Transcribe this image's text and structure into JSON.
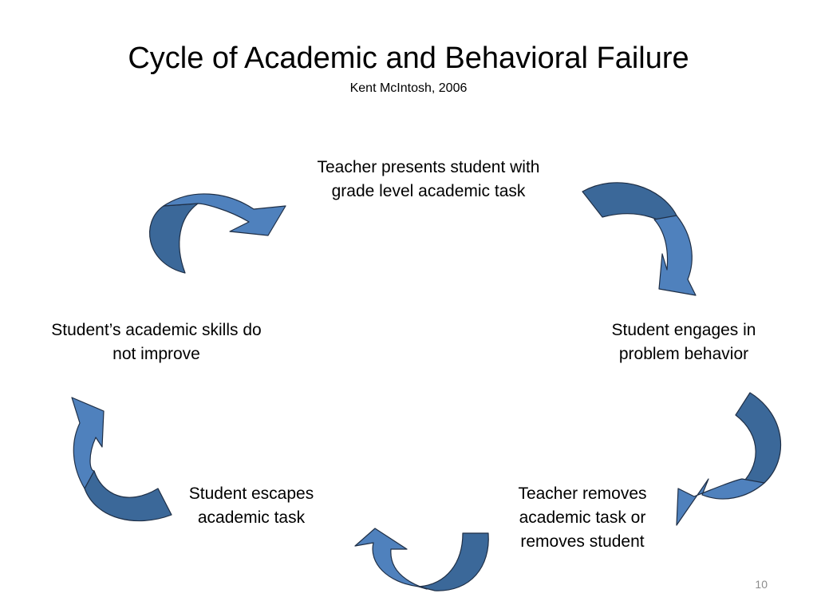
{
  "slide": {
    "title": "Cycle of Academic and Behavioral Failure",
    "subtitle": "Kent McIntosh, 2006",
    "page_number": "10"
  },
  "cycle": {
    "steps": [
      {
        "text": "Teacher presents student with grade level academic task"
      },
      {
        "text": "Student engages in problem behavior"
      },
      {
        "text": "Teacher removes academic task or removes student"
      },
      {
        "text": "Student escapes academic task"
      },
      {
        "text": "Student’s academic skills do not improve"
      }
    ]
  },
  "colors": {
    "arrow_light": "#4f81bd",
    "arrow_dark": "#3b6899",
    "arrow_outline": "#1f2f46"
  },
  "icons": [
    "curved-arrow-icon"
  ]
}
